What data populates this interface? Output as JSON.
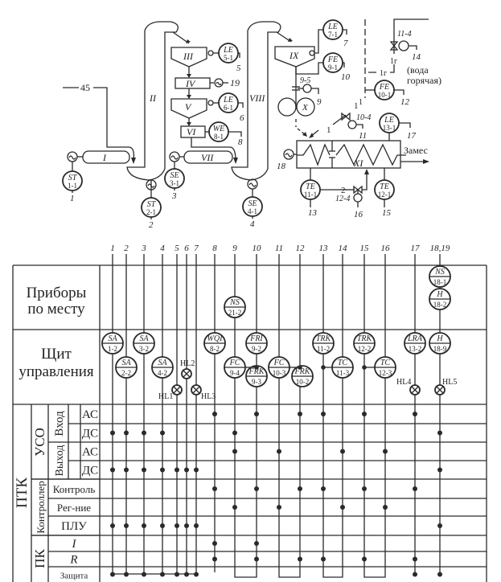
{
  "scheme": {
    "feed_label": "45",
    "apparatus": [
      "I",
      "II",
      "III",
      "IV",
      "V",
      "VI",
      "VII",
      "VIII",
      "IX",
      "X",
      "XI"
    ],
    "hot_water_label": "(вода горячая)",
    "hot_water_line_label": "1г",
    "steam_label_1": "1",
    "steam_label_2": "2",
    "output_label": "Замес",
    "devices": [
      {
        "letters": "ST",
        "code": "1-1",
        "loop": "1"
      },
      {
        "letters": "ST",
        "code": "2-1",
        "loop": "2"
      },
      {
        "letters": "SE",
        "code": "3-1",
        "loop": "3"
      },
      {
        "letters": "SE",
        "code": "4-1",
        "loop": "4"
      },
      {
        "letters": "LE",
        "code": "5-1",
        "loop": "5"
      },
      {
        "letters": "LE",
        "code": "6-1",
        "loop": "6"
      },
      {
        "letters": "LE",
        "code": "7-1",
        "loop": "7"
      },
      {
        "letters": "WE",
        "code": "8-1",
        "loop": "8"
      },
      {
        "letters": "FE",
        "code": "9-1",
        "loop": "10"
      },
      {
        "letters": "FE",
        "code": "10-1",
        "loop": "12"
      },
      {
        "letters": "TE",
        "code": "11-1",
        "loop": "13"
      },
      {
        "letters": "TE",
        "code": "12-1",
        "loop": "15"
      },
      {
        "letters": "LE",
        "code": "13-1",
        "loop": "17"
      }
    ],
    "actuators": [
      {
        "code": "9-5",
        "loop": "9"
      },
      {
        "code": "10-4",
        "loop": "11"
      },
      {
        "code": "11-4",
        "loop": "14"
      },
      {
        "code": "12-4",
        "loop": "16"
      }
    ],
    "motor_loops": [
      "18",
      "19"
    ]
  },
  "table": {
    "columns": [
      "1",
      "2",
      "3",
      "4",
      "5",
      "6",
      "7",
      "8",
      "9",
      "10",
      "11",
      "12",
      "13",
      "14",
      "15",
      "16",
      "17",
      "18,19"
    ],
    "sections": {
      "field": "Приборы по месту",
      "field_l1": "Приборы",
      "field_l2": "по месту",
      "panel_l1": "Щит",
      "panel_l2": "управления",
      "ptk": "ПТК",
      "uso": "УСО",
      "input": "Вход",
      "output": "Выход",
      "controller": "Контроллер",
      "pk": "ПК"
    },
    "rows": [
      {
        "group": "Вход",
        "label": "АС",
        "dots": [
          "8",
          "10",
          "12",
          "13",
          "15",
          "17"
        ]
      },
      {
        "group": "Вход",
        "label": "ДС",
        "dots": [
          "1",
          "2",
          "3",
          "4",
          "9",
          "18,19"
        ]
      },
      {
        "group": "Выход",
        "label": "АС",
        "dots": [
          "9",
          "11",
          "14",
          "16"
        ]
      },
      {
        "group": "Выход",
        "label": "ДС",
        "dots": [
          "1",
          "2",
          "3",
          "4",
          "5",
          "6",
          "7",
          "18,19"
        ]
      },
      {
        "group": "Контроллер",
        "label": "Контроль",
        "dots": [
          "8",
          "10",
          "12",
          "13",
          "15",
          "17"
        ]
      },
      {
        "group": "Контроллер",
        "label": "Рег-ние",
        "dots": [
          "9",
          "11",
          "14",
          "16"
        ]
      },
      {
        "group": "Контроллер",
        "label": "ПЛУ",
        "dots": [
          "1",
          "2",
          "3",
          "4",
          "5",
          "6",
          "7",
          "18,19"
        ]
      },
      {
        "group": "ПК",
        "label": "I",
        "dots": [
          "8",
          "10"
        ]
      },
      {
        "group": "ПК",
        "label": "R",
        "dots": [
          "8",
          "10",
          "12",
          "13",
          "15",
          "17"
        ]
      },
      {
        "group": "ПК",
        "label": "Защита",
        "dots": [
          "1",
          "2",
          "3",
          "4",
          "5",
          "6",
          "7",
          "17",
          "18,19"
        ]
      }
    ],
    "field_instruments": [
      {
        "letters": "NS",
        "code": "21-2",
        "column": "9"
      },
      {
        "letters": "NS",
        "code": "18-1",
        "column": "18,19"
      },
      {
        "letters": "H",
        "code": "18-2",
        "column": "18,19"
      }
    ],
    "panel_instruments": [
      {
        "letters": "SA",
        "code": "1-2",
        "column": "1"
      },
      {
        "letters": "SA",
        "code": "2-2",
        "column": "2"
      },
      {
        "letters": "SA",
        "code": "3-2",
        "column": "3"
      },
      {
        "letters": "SA",
        "code": "4-2",
        "column": "4"
      },
      {
        "letters": "WQI",
        "code": "8-2",
        "column": "8"
      },
      {
        "letters": "FC",
        "code": "9-4",
        "column": "9"
      },
      {
        "letters": "FRI",
        "code": "9-2",
        "column": "10"
      },
      {
        "letters": "FRK",
        "code": "9-3",
        "column": "10"
      },
      {
        "letters": "FC",
        "code": "10-3",
        "column": "11"
      },
      {
        "letters": "FRK",
        "code": "10-2",
        "column": "12"
      },
      {
        "letters": "TRK",
        "code": "11-2",
        "column": "13"
      },
      {
        "letters": "TC",
        "code": "11-3",
        "column": "14"
      },
      {
        "letters": "TRK",
        "code": "12-2",
        "column": "15"
      },
      {
        "letters": "TC",
        "code": "12-3",
        "column": "16"
      },
      {
        "letters": "LRA",
        "code": "13-2",
        "column": "17"
      },
      {
        "letters": "H",
        "code": "18-9",
        "column": "18,19"
      }
    ],
    "lamps": [
      {
        "label": "HL1",
        "column": "5"
      },
      {
        "label": "HL2",
        "column": "6"
      },
      {
        "label": "HL3",
        "column": "7"
      },
      {
        "label": "HL4",
        "column": "17"
      },
      {
        "label": "HL5",
        "column": "18,19"
      }
    ]
  }
}
